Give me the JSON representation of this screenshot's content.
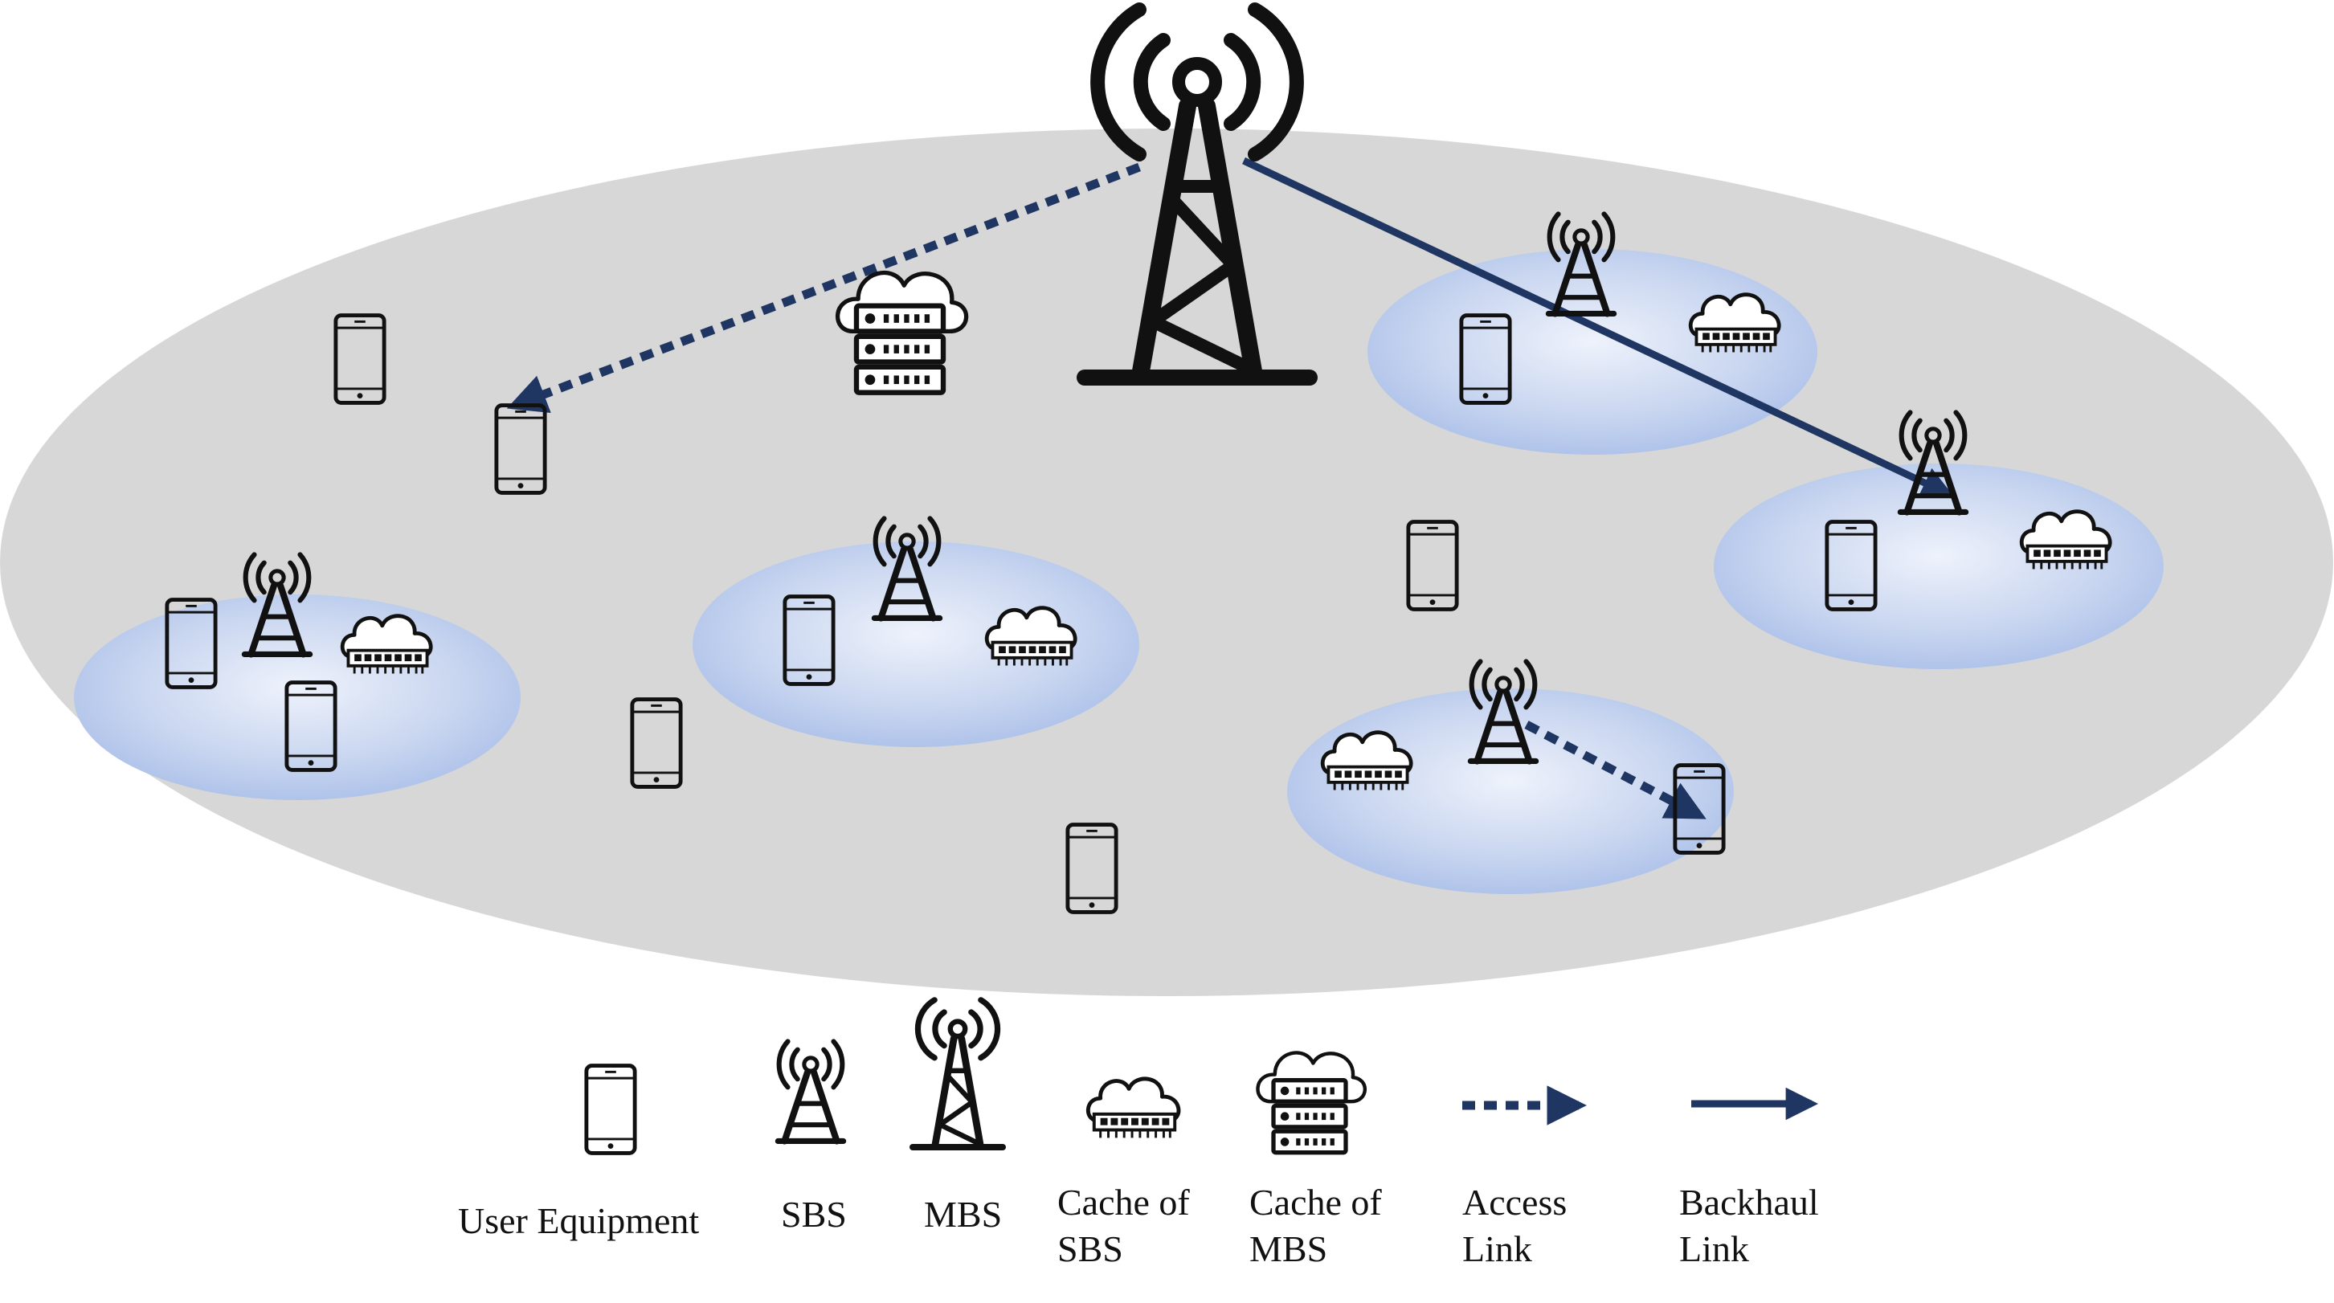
{
  "legend": {
    "user_equipment": "User Equipment",
    "sbs": "SBS",
    "mbs": "MBS",
    "cache_sbs": [
      "Cache of",
      "SBS"
    ],
    "cache_mbs": [
      "Cache of",
      "MBS"
    ],
    "access_link": [
      "Access",
      "Link"
    ],
    "backhaul_link": [
      "Backhaul",
      "Link"
    ]
  },
  "colors": {
    "macro_cell": "#d7d7d7",
    "small_cell": "#b3c6ea",
    "link": "#1f3562",
    "icon": "#111111"
  },
  "icons": {
    "user_equipment": "smartphone-icon",
    "sbs": "small-tower-icon",
    "mbs": "macro-tower-icon",
    "cache_sbs": "cloud-ram-icon",
    "cache_mbs": "cloud-server-icon"
  }
}
